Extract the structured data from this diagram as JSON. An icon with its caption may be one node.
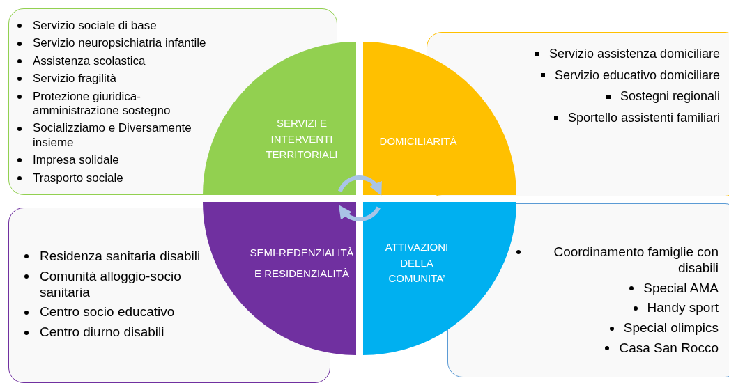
{
  "diagram": {
    "nodes": [
      {
        "text": [
          "Servizio sociale di base",
          "Servizio neuropsichiatria infantile",
          "Assistenza scolastica",
          "Servizio fragilità",
          "Protezione giuridica-amministrazione sostegno",
          "Socializziamo e Diversamente insieme",
          "Impresa solidale",
          "Trasporto sociale"
        ]
      },
      {
        "text": [
          "Servizio assistenza domiciliare",
          "Servizio educativo domiciliare",
          "Sostegni regionali",
          "Sportello assistenti familiari"
        ]
      },
      {
        "text": [
          "SERVIZI E INTERVENTI TERRITORIALI"
        ]
      },
      {
        "text": [
          "DOMICILIARITÀ"
        ]
      },
      {
        "text": [
          "SEMI-REDENZIALITÀ E RESIDENZIALITÀ"
        ]
      },
      {
        "text": [
          "ATTIVAZIONI DELLA COMUNITA’"
        ]
      },
      {
        "text": [
          "Residenza sanitaria disabili",
          "Comunità alloggio-socio sanitaria",
          "Centro socio educativo",
          "Centro diurno disabili"
        ]
      },
      {
        "text": [
          "Coordinamento famiglie con disabili",
          "Special AMA",
          "Handy sport",
          "Special olimpics",
          "Casa San Rocco"
        ]
      }
    ],
    "edges": [
      {
        "from": 2,
        "to": 3,
        "arrow": "to"
      },
      {
        "from": 5,
        "to": 4,
        "arrow": "to"
      }
    ]
  }
}
